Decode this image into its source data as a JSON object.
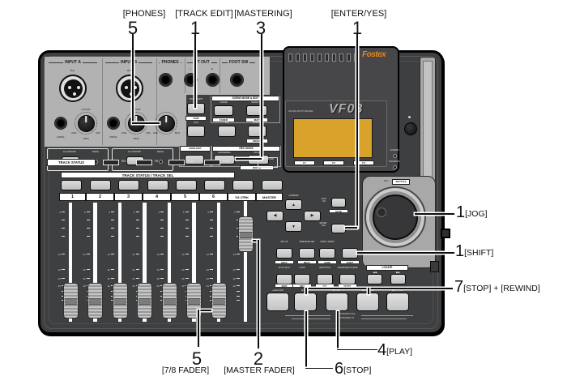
{
  "callouts": {
    "phones": {
      "label": "[PHONES]",
      "num": "5"
    },
    "track_edit": {
      "label": "[TRACK EDIT]",
      "num": "1"
    },
    "mastering": {
      "label": "[MASTERING]",
      "num": "3"
    },
    "enter_yes": {
      "label": "[ENTER/YES]",
      "num": "1"
    },
    "jog": {
      "num": "1",
      "label": "[JOG]"
    },
    "shift": {
      "num": "1",
      "label": "[SHIFT]"
    },
    "stop_rewind": {
      "num": "7",
      "label": "[STOP] + [REWIND]"
    },
    "play": {
      "num": "4",
      "label": "[PLAY]"
    },
    "stop": {
      "num": "6",
      "label": "[STOP]"
    },
    "fader78": {
      "num": "5",
      "label": "[7/8 FADER]"
    },
    "master_fader": {
      "num": "2",
      "label": "[MASTER FADER]"
    }
  },
  "jacks": {
    "input_a": {
      "title": "INPUT A",
      "xlr": "BAL",
      "jack": "UNBAL",
      "knob_top": "GUITAR",
      "knob_left": "LINE",
      "knob_right": "MIC",
      "knob_bottom": "TRIM"
    },
    "input_b": {
      "title": "INPUT B",
      "xlr": "BAL",
      "jack": "UNBAL",
      "knob_top": "GUITAR",
      "knob_left": "LINE",
      "knob_right": "MIC",
      "knob_bottom": "TRIM"
    },
    "phones": {
      "title": "PHONES",
      "knob_left": "MIN",
      "knob_right": "MAX"
    },
    "st_out": {
      "title": "ST OUT",
      "l": "L",
      "r": "R"
    },
    "foot_sw": {
      "title": "FOOT SW"
    }
  },
  "ch_onoff": {
    "button": "CH ON/OFF",
    "peak": "PEAK"
  },
  "cluster": {
    "track_edit": {
      "top": "TRACK EDIT",
      "strip": "PGM"
    },
    "scene_header": "SCENE MODE & EDIT",
    "scene": {
      "top": "SCENE",
      "strip": "FADER"
    },
    "scene_seq": {
      "top": "SCENE SEQ.",
      "strip": "MAP"
    },
    "pan": "PAN",
    "eq": "EQ",
    "effect": {
      "top": "EFFECT",
      "strip": "ON/OFF"
    },
    "song_header": "SONG EDIT",
    "rec_header": "REC MODE",
    "mastering": "MASTERING",
    "rec8": {
      "top": "8TR REC",
      "strip": "DIGI IN"
    }
  },
  "track_status": {
    "title": "TRACK STATUS",
    "legend": [
      "REC",
      "PB",
      "PLAY",
      "MUTE"
    ],
    "ind": "2TR/8TR IND",
    "subtitle": "TRACK STATUS / TRACK SEL",
    "channels": [
      "1",
      "2",
      "3",
      "4",
      "5",
      "6",
      "7/8 2TRK",
      "MASTER"
    ]
  },
  "fader_scale": [
    "6",
    "10",
    "20",
    "30",
    "40"
  ],
  "display": {
    "brand": "Fostex",
    "tagline": "DIGITAL MULTITRACKER",
    "model": "VF08",
    "fkeys": [
      "F1",
      "F2",
      "F3"
    ],
    "access": "ACCESS",
    "phantom": "PHANTOM"
  },
  "jog_wheel": {
    "jog": "JOG",
    "shuttle": "SHUTTLE"
  },
  "nav": {
    "cursor": "CURSOR",
    "exit1": "EXIT",
    "exit2": "NO",
    "exit_strip": "SAVE",
    "enter1": "ENTER",
    "enter2": "YES"
  },
  "keys_row1": [
    {
      "top": "SET UP",
      "strip": "INFO"
    },
    {
      "top": "TIME BASE SEL",
      "strip": "BEAT"
    },
    {
      "top": "UNDO / REDO",
      "strip": "GRID"
    },
    {
      "top": "",
      "strip": "SHIFT"
    }
  ],
  "keys_row2": [
    {
      "top": "AUTO PLAY",
      "strip": "EDIT"
    },
    {
      "top": "LOOP",
      "strip": "SET"
    },
    {
      "top": "VARI PITCH",
      "strip": "FIX"
    },
    {
      "top": "WAVEFORM SCRUB",
      "strip": "MARK"
    }
  ],
  "locate": {
    "header": "LOCATE",
    "left_glyph": "|◀◀",
    "right_glyph": "▶▶|",
    "left_strip": "REC IN",
    "right_strip": "REC OUT"
  },
  "transport": {
    "record": "● RECORD",
    "stop": "■ STOP",
    "play": "▶ PLAY",
    "rewind": "◀◀ REWIND",
    "ffwd": "▶▶ F FWD",
    "hint1": "LOCATE/SHUTTLE",
    "hint2": "LOCATE/REC IN"
  },
  "colors": {
    "lcd": "#d9a22a",
    "brand_orange": "#e8821c",
    "panel_light": "#b2b2b2",
    "body_dark": "#3d3f40"
  }
}
